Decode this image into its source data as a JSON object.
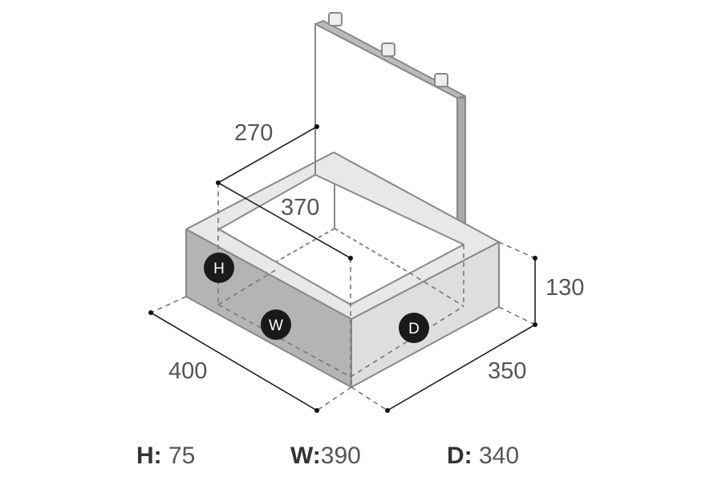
{
  "diagram": {
    "dimensions": {
      "inner_depth": "270",
      "inner_width": "370",
      "height": "130",
      "outer_width": "400",
      "outer_depth": "350"
    },
    "badges": {
      "h": "H",
      "w": "W",
      "d": "D"
    },
    "legend": [
      {
        "key": "H:",
        "value": "75"
      },
      {
        "key": "W:",
        "value": "390"
      },
      {
        "key": "D:",
        "value": "340"
      }
    ],
    "colors": {
      "front_face": "#b4b4b4",
      "side_face": "#dedede",
      "rim": "#e8e8e8",
      "outline": "#888888",
      "badge": "#1a1a1a"
    }
  }
}
